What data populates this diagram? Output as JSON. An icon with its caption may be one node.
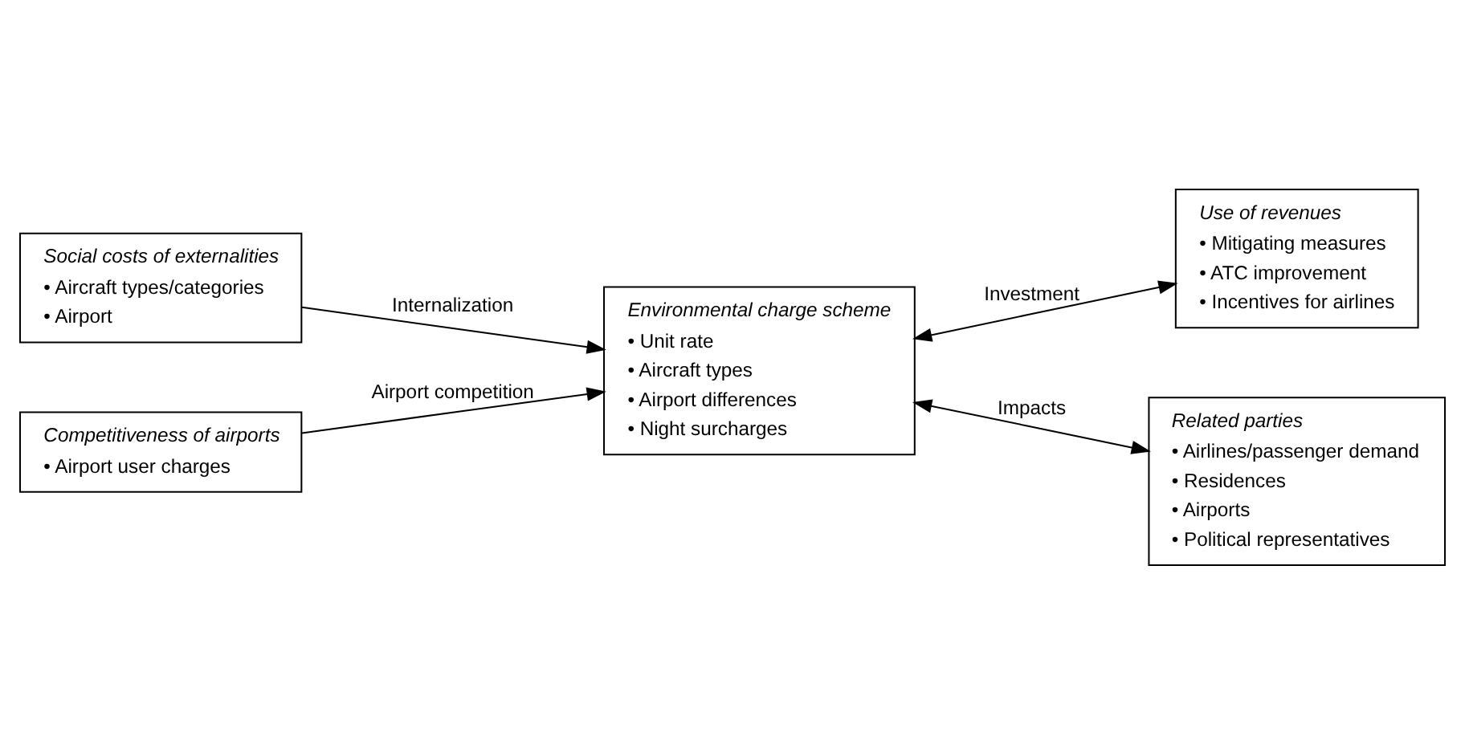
{
  "diagram": {
    "nodes": [
      {
        "text": [
          "Social costs of externalities",
          "• Aircraft types/categories",
          "• Airport"
        ]
      },
      {
        "text": [
          "Environmental charge scheme",
          "• Unit rate",
          "• Aircraft types",
          "• Airport differences",
          "• Night surcharges"
        ]
      },
      {
        "text": [
          "Competitiveness of airports",
          "• Airport user charges"
        ]
      },
      {
        "text": [
          "Use of revenues",
          "• Mitigating measures",
          "• ATC improvement",
          "• Incentives for airlines"
        ]
      },
      {
        "text": [
          "Related parties",
          "• Airlines/passenger demand",
          "• Residences",
          "• Airports",
          "• Political representatives"
        ]
      }
    ],
    "edges": [
      {
        "from": 0,
        "to": 1,
        "arrow": "to",
        "label": "Internalization"
      },
      {
        "from": 2,
        "to": 1,
        "arrow": "to",
        "label": "Airport competition"
      },
      {
        "from": 1,
        "to": 3,
        "arrow": "both",
        "label": "Investment"
      },
      {
        "from": 1,
        "to": 4,
        "arrow": "both",
        "label": "Impacts"
      }
    ]
  }
}
